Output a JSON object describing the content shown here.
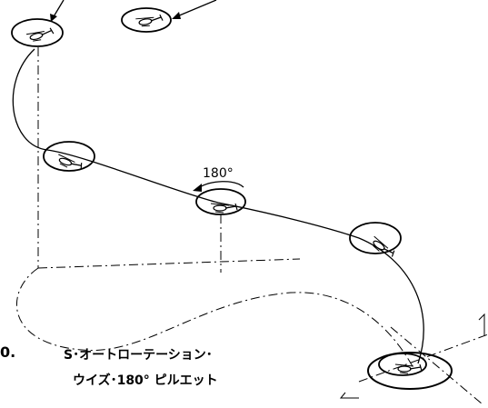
{
  "diagram": {
    "rotation_label": "180°",
    "caption_number": "0.",
    "caption_line1": "S･オートローテーション･",
    "caption_line2": "ウイズ･180° ピルエット"
  },
  "elements": {
    "helicopter_icon": "helicopter-icon",
    "entry_arrow_icon": "arrow-icon",
    "rotation_arrow_icon": "curved-arrow-icon",
    "landing_pad_icon": "landing-pad-icon"
  }
}
